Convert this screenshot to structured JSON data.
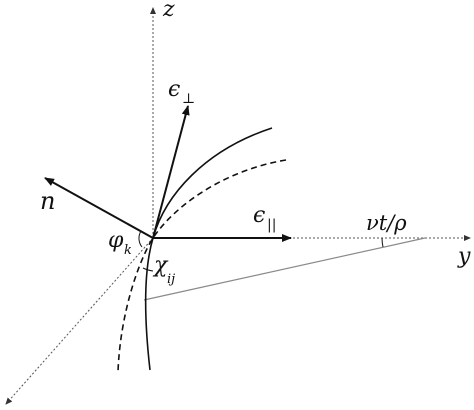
{
  "labels": {
    "z": "z",
    "y": "y",
    "n": "n",
    "eps_perp": "ϵ",
    "eps_perp_sub": "⊥",
    "eps_par": "ϵ",
    "eps_par_sub": "||",
    "phi": "φ",
    "phi_sub": "k",
    "chi": "χ",
    "chi_sub": "ij",
    "vt_rho": "νt/ρ"
  },
  "colors": {
    "ink": "#111111",
    "dotted": "#555555",
    "chord": "#8a8a8a"
  }
}
